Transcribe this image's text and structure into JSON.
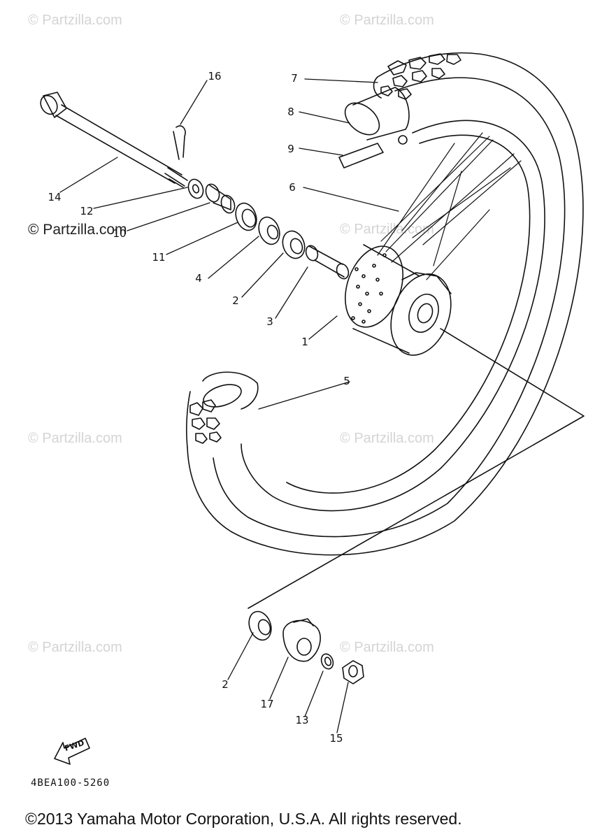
{
  "watermarks": {
    "brand": "© Partzilla.com",
    "dark": "© Partzilla.com"
  },
  "callouts": [
    {
      "id": "1",
      "label": "1"
    },
    {
      "id": "2a",
      "label": "2"
    },
    {
      "id": "2b",
      "label": "2"
    },
    {
      "id": "3",
      "label": "3"
    },
    {
      "id": "4",
      "label": "4"
    },
    {
      "id": "5",
      "label": "5"
    },
    {
      "id": "6",
      "label": "6"
    },
    {
      "id": "7",
      "label": "7"
    },
    {
      "id": "8",
      "label": "8"
    },
    {
      "id": "9",
      "label": "9"
    },
    {
      "id": "10",
      "label": "10"
    },
    {
      "id": "11",
      "label": "11"
    },
    {
      "id": "12",
      "label": "12"
    },
    {
      "id": "13",
      "label": "13"
    },
    {
      "id": "14",
      "label": "14"
    },
    {
      "id": "15",
      "label": "15"
    },
    {
      "id": "16",
      "label": "16"
    },
    {
      "id": "17",
      "label": "17"
    }
  ],
  "fwd": "FWD",
  "diagram_code": "4BEA100-5260",
  "copyright": "©2013 Yamaha Motor Corporation, U.S.A. All rights reserved.",
  "colors": {
    "line": "#111111",
    "watermark": "#d4d4d4"
  }
}
